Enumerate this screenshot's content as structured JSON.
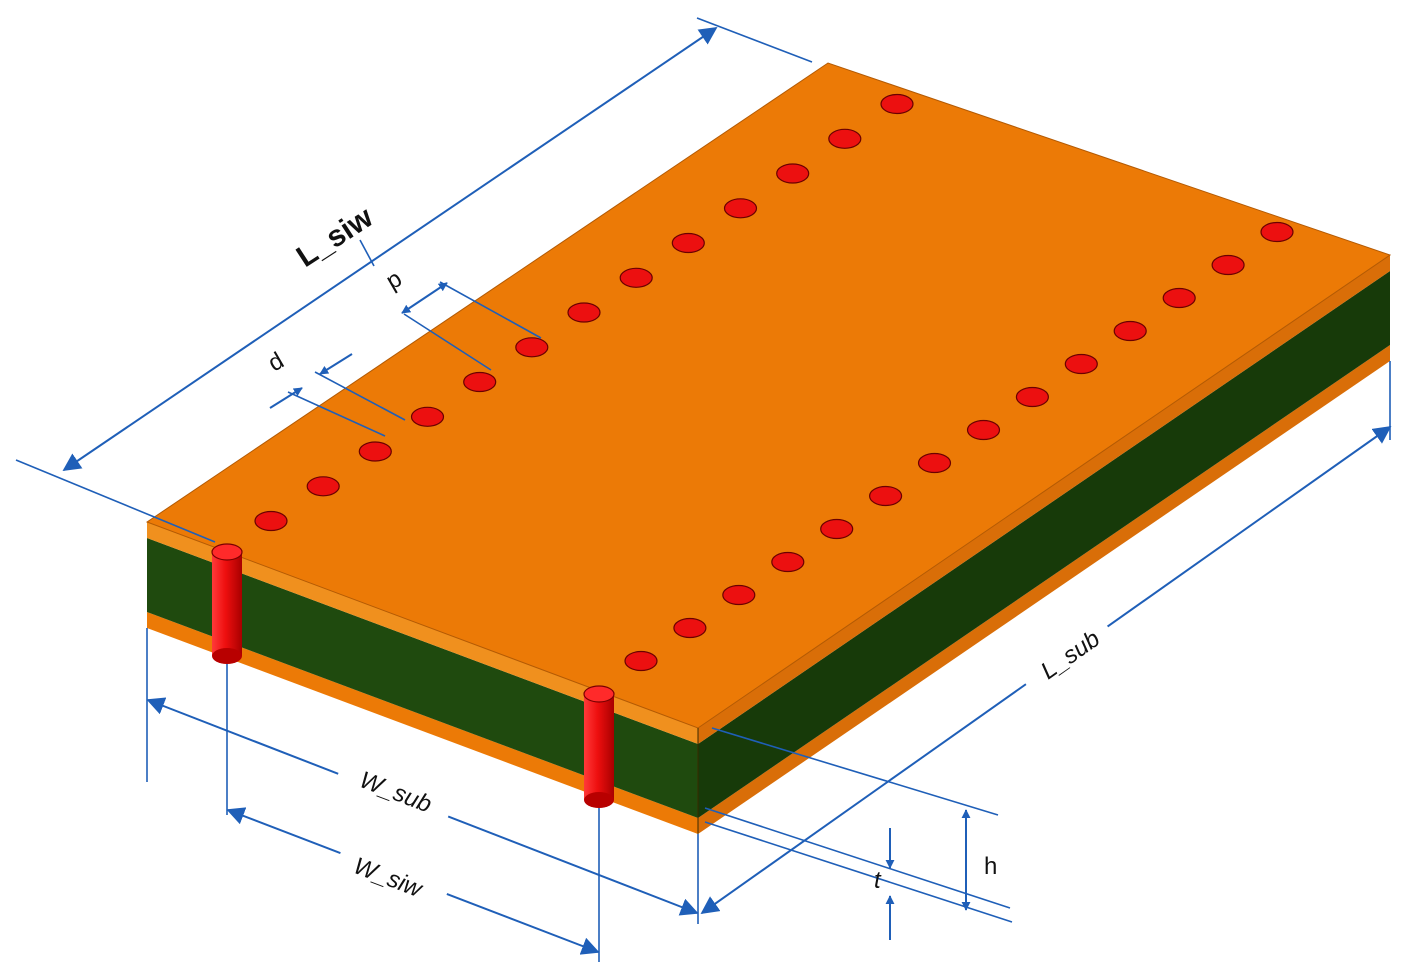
{
  "labels": {
    "l_siw": "L_siw",
    "p": "p",
    "d": "d",
    "w_sub": "W_sub",
    "w_siw": "W_siw",
    "l_sub": "L_sub",
    "h": "h",
    "t": "t"
  },
  "colors": {
    "copper_top": "#ec7a06",
    "copper_edge": "#f0901e",
    "copper_side": "#d96e08",
    "substrate_front": "#1f4a0e",
    "substrate_right": "#173a09",
    "via_fill": "#ec1010",
    "via_dark": "#b80000",
    "dimension": "#1f5fb8",
    "text": "#111111"
  },
  "vias": {
    "left_row_count": 13,
    "right_row_count": 14
  }
}
